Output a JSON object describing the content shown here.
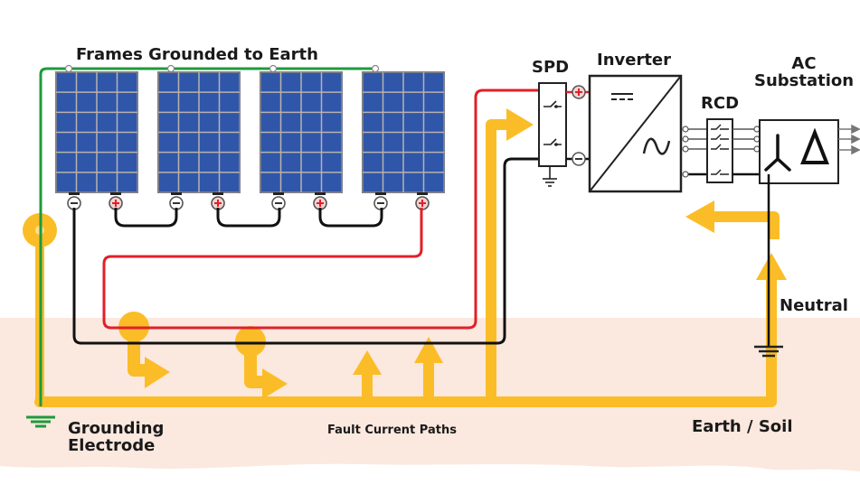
{
  "diagram": {
    "title_frames": "Frames Grounded to Earth",
    "labels": {
      "spd": "SPD",
      "inverter": "Inverter",
      "ac_substation_line1": "AC",
      "ac_substation_line2": "Substation",
      "rcd": "RCD",
      "neutral": "Neutral",
      "grounding_electrode_line1": "Grounding",
      "grounding_electrode_line2": "Electrode",
      "fault_current_paths": "Fault Current Paths",
      "earth_soil": "Earth / Soil"
    },
    "panels": [
      {
        "name": "solar-panel-1",
        "terminals": [
          "-",
          "+"
        ]
      },
      {
        "name": "solar-panel-2",
        "terminals": [
          "-",
          "+"
        ]
      },
      {
        "name": "solar-panel-3",
        "terminals": [
          "-",
          "+"
        ]
      },
      {
        "name": "solar-panel-4",
        "terminals": [
          "-",
          "+"
        ]
      }
    ],
    "panel_grid": {
      "columns": 4,
      "rows": 6
    },
    "inverter_symbols": {
      "dc": "⎓",
      "ac": "∿"
    },
    "substation_symbols": {
      "wye": "⅄",
      "delta": "Δ"
    },
    "colors": {
      "ground_wire": "#1f9a3c",
      "positive_wire": "#e0202a",
      "negative_wire": "#111111",
      "fault_path": "#fbbd27",
      "soil": "#fbe8df",
      "panel_cell": "#2f56a8",
      "panel_frame": "#7b7f8c",
      "text": "#1a1a1a"
    }
  }
}
